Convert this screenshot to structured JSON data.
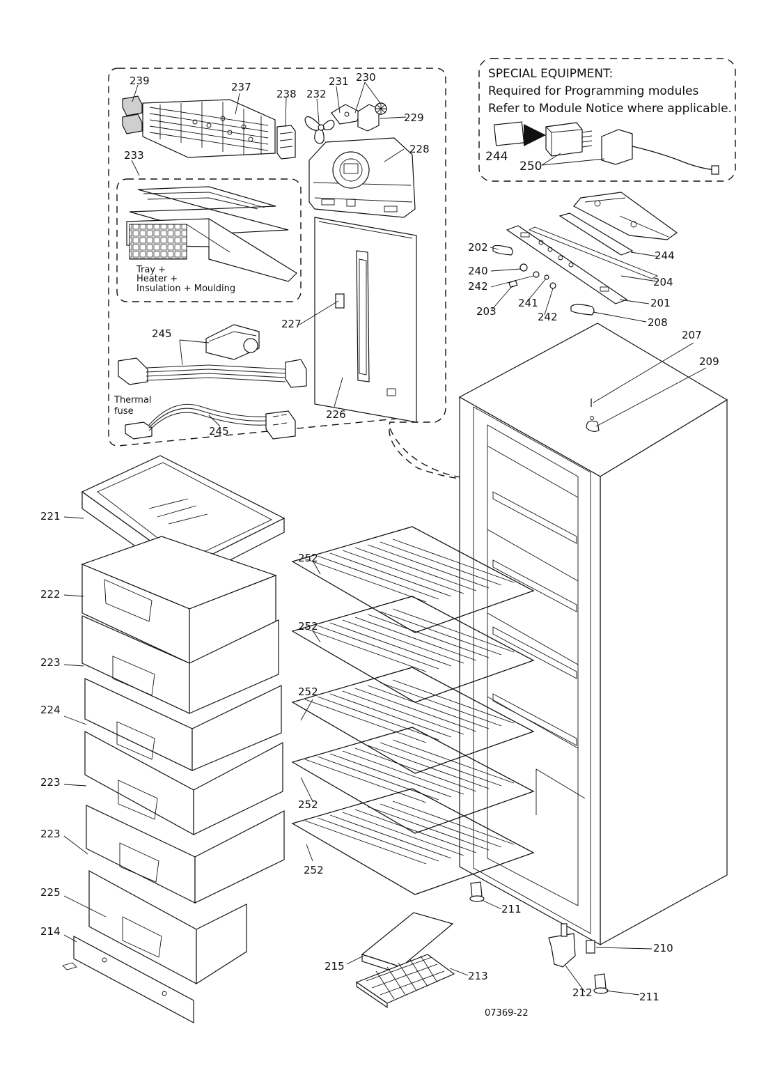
{
  "special_equipment": {
    "title": "SPECIAL EQUIPMENT:",
    "line1": "Required for Programming modules",
    "line2": "Refer to Module Notice where applicable."
  },
  "notes": {
    "tray_line1": "Tray +",
    "tray_line2": "Heater +",
    "tray_line3": "Insulation + Moulding",
    "thermal_line1": "Thermal",
    "thermal_line2": "fuse"
  },
  "drawing_number": "07369-22",
  "parts": {
    "p201": "201",
    "p202": "202",
    "p203": "203",
    "p204": "204",
    "p207": "207",
    "p208": "208",
    "p209": "209",
    "p210": "210",
    "p211a": "211",
    "p211b": "211",
    "p212": "212",
    "p213": "213",
    "p214": "214",
    "p215": "215",
    "p221": "221",
    "p222": "222",
    "p223a": "223",
    "p223b": "223",
    "p223c": "223",
    "p224": "224",
    "p225": "225",
    "p226": "226",
    "p227": "227",
    "p228": "228",
    "p229": "229",
    "p230": "230",
    "p231": "231",
    "p232": "232",
    "p233": "233",
    "p237": "237",
    "p238": "238",
    "p239": "239",
    "p240": "240",
    "p241": "241",
    "p242a": "242",
    "p242b": "242",
    "p244a": "244",
    "p244b": "244",
    "p245a": "245",
    "p245b": "245",
    "p250": "250",
    "p252a": "252",
    "p252b": "252",
    "p252c": "252",
    "p252d": "252",
    "p252e": "252"
  }
}
